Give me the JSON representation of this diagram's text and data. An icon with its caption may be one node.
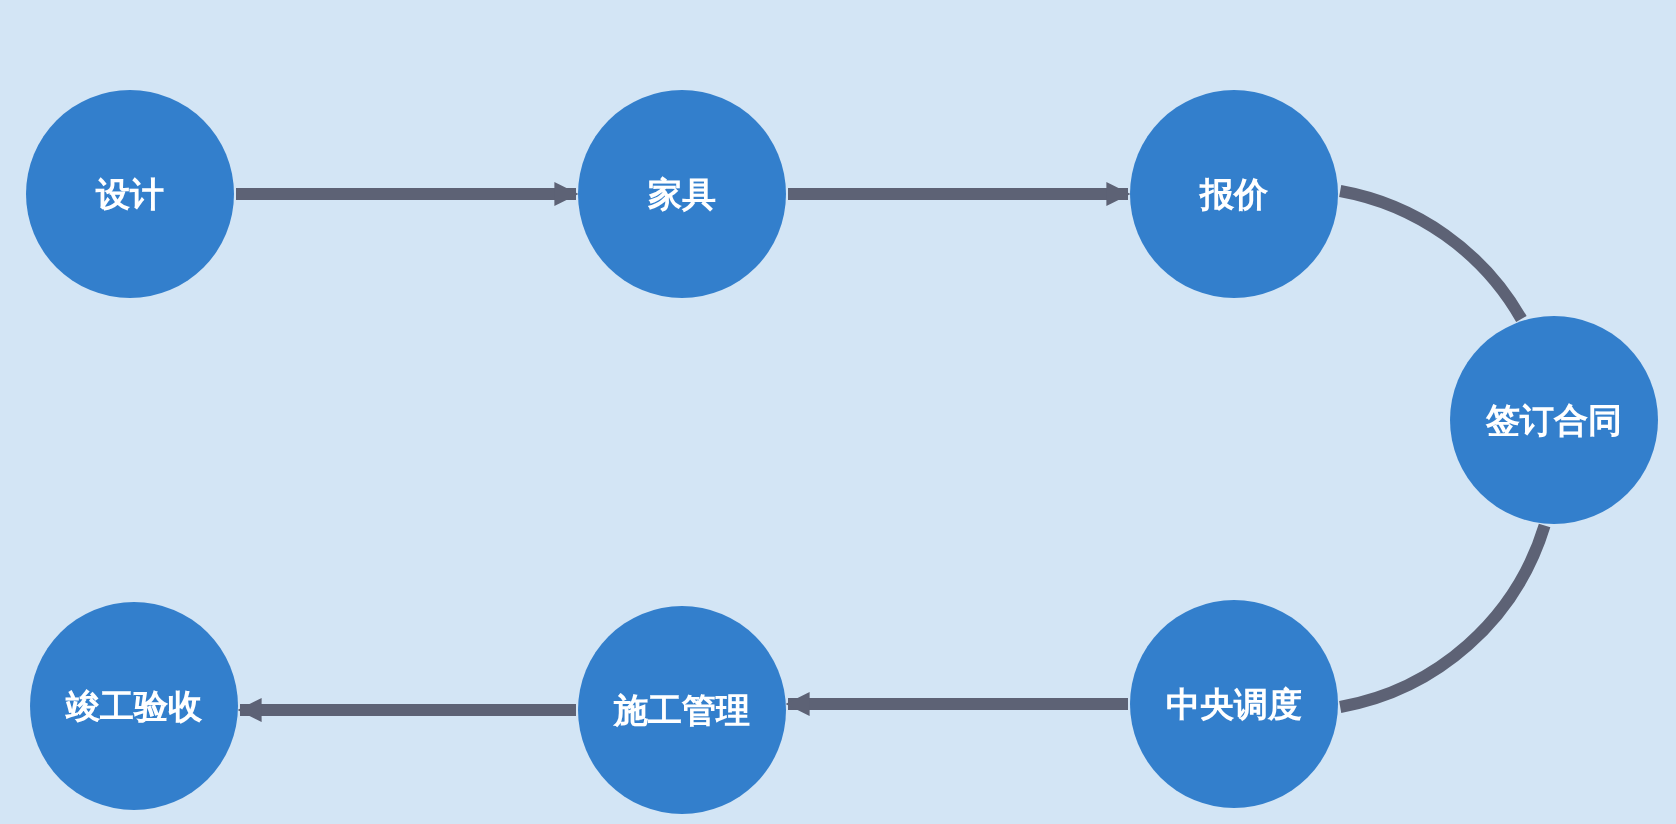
{
  "diagram": {
    "nodes": [
      {
        "text": [
          "设计"
        ]
      },
      {
        "text": [
          "家具"
        ]
      },
      {
        "text": [
          "报价"
        ]
      },
      {
        "text": [
          "签订合同"
        ]
      },
      {
        "text": [
          "中央调度"
        ]
      },
      {
        "text": [
          "施工管理"
        ]
      },
      {
        "text": [
          "竣工验收"
        ]
      }
    ],
    "edges": [
      {
        "from": 0,
        "to": 1,
        "arrow": "to"
      },
      {
        "from": 1,
        "to": 2,
        "arrow": "to"
      },
      {
        "from": 2,
        "to": 3,
        "arrow": "none"
      },
      {
        "from": 3,
        "to": 4,
        "arrow": "none"
      },
      {
        "from": 4,
        "to": 5,
        "arrow": "to"
      },
      {
        "from": 5,
        "to": 6,
        "arrow": "to"
      }
    ]
  }
}
